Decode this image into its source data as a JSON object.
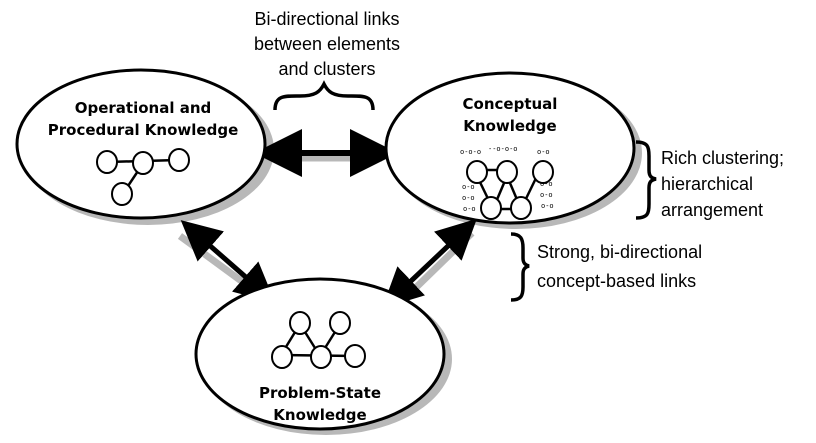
{
  "nodes": {
    "operational": {
      "line1": "Operational and",
      "line2": "Procedural Knowledge"
    },
    "conceptual": {
      "line1": "Conceptual",
      "line2": "Knowledge"
    },
    "problem_state": {
      "line1": "Problem-State",
      "line2": "Knowledge"
    }
  },
  "annotations": {
    "top_links": {
      "line1": "Bi-directional links",
      "line2": "between elements",
      "line3": "and clusters"
    },
    "clustering": {
      "line1": "Rich clustering;",
      "line2": "hierarchical",
      "line3": "arrangement"
    },
    "concept_links": {
      "line1": "Strong, bi-directional",
      "line2": "concept-based links"
    }
  },
  "colors": {
    "stroke": "#000000",
    "shadow": "#b8b8b8",
    "background": "#ffffff"
  }
}
